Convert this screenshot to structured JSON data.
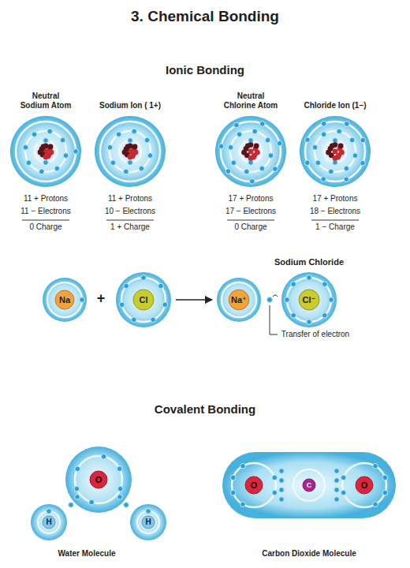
{
  "diagram": {
    "title": "3. Chemical Bonding",
    "nodes": [
      {
        "text": [
          "Na"
        ]
      },
      {
        "text": [
          "Cl"
        ]
      },
      {
        "text": [
          "Na⁺"
        ]
      },
      {
        "text": [
          "Cl⁻"
        ]
      },
      {
        "text": [
          "O"
        ]
      },
      {
        "text": [
          "H"
        ]
      },
      {
        "text": [
          "H"
        ]
      },
      {
        "text": [
          "O"
        ]
      },
      {
        "text": [
          "C"
        ]
      },
      {
        "text": [
          "O"
        ]
      }
    ],
    "edges": [
      {
        "from": 1,
        "to": 2,
        "arrow": "to"
      }
    ],
    "labels": [
      "Ionic Bonding",
      "Neutral Sodium Atom",
      "Sodium Ion ( 1+)",
      "Neutral Chlorine Atom",
      "Chloride Ion (1−)",
      "11 + Protons",
      "11 − Electrons",
      "0 Charge",
      "11 + Protons",
      "10 − Electrons",
      "1 + Charge",
      "17 + Protons",
      "17 − Electrons",
      "0 Charge",
      "17 + Protons",
      "18 − Electrons",
      "1 − Charge",
      "+",
      "Sodium Chloride",
      "Transfer of electron",
      "Covalent Bonding",
      "Water Molecule",
      "Carbon Dioxide Molecule"
    ]
  }
}
